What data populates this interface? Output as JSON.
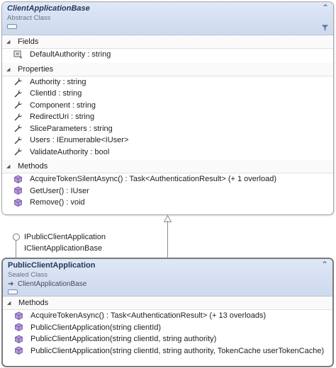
{
  "base": {
    "name": "ClientApplicationBase",
    "stereotype": "Abstract Class",
    "sections": {
      "fields": {
        "title": "Fields",
        "items": [
          "DefaultAuthority : string"
        ]
      },
      "properties": {
        "title": "Properties",
        "items": [
          "Authority : string",
          "ClientId : string",
          "Component : string",
          "RedirectUri : string",
          "SliceParameters : string",
          "Users : IEnumerable<IUser>",
          "ValidateAuthority : bool"
        ]
      },
      "methods": {
        "title": "Methods",
        "items": [
          "AcquireTokenSilentAsync() : Task<AuthenticationResult> (+ 1 overload)",
          "GetUser() : IUser",
          "Remove() : void"
        ]
      }
    }
  },
  "interfaces": [
    "IPublicClientApplication",
    "IClientApplicationBase"
  ],
  "derived": {
    "name": "PublicClientApplication",
    "stereotype": "Sealed Class",
    "inherits": "ClientApplicationBase",
    "sections": {
      "methods": {
        "title": "Methods",
        "items": [
          "AcquireTokenAsync() : Task<AuthenticationResult> (+ 13 overloads)",
          "PublicClientApplication(string clientId)",
          "PublicClientApplication(string clientId, string authority)",
          "PublicClientApplication(string clientId, string authority, TokenCache userTokenCache)"
        ]
      }
    }
  },
  "icons": {
    "field": "field-icon",
    "property": "wrench-icon",
    "method": "method-cube-icon",
    "collapse": "chevron-up-icon",
    "filter": "filter-icon",
    "interface": "lollipop-interface-icon",
    "inherit": "inheritance-arrow-icon"
  },
  "colors": {
    "header_top": "#dfe8f7",
    "header_bottom": "#cdd9ee",
    "method_icon": "#8e6bbf",
    "property_icon": "#3c3c3c"
  }
}
